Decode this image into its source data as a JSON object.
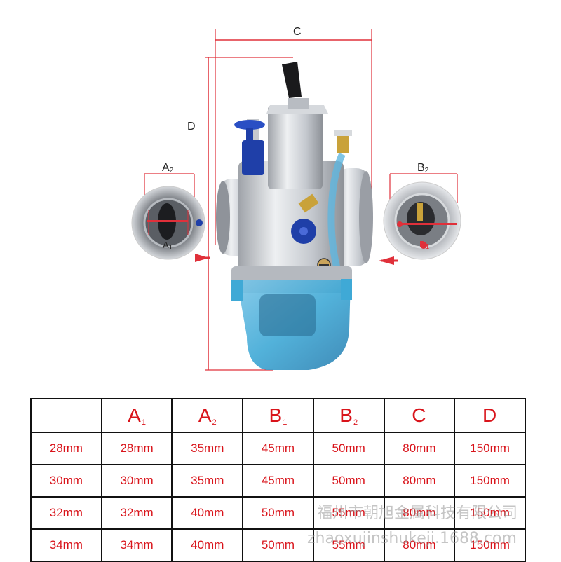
{
  "diagram": {
    "labels": {
      "c": "C",
      "d": "D",
      "a2_main": "A",
      "a2_sub": "2",
      "a1_main": "A",
      "a1_sub": "1",
      "b2_main": "B",
      "b2_sub": "2",
      "b1_main": "B",
      "b1_sub": "1"
    },
    "colors": {
      "dimension_line": "#e0303a",
      "body_metal": "#c9ccd1",
      "bowl": "#3fa9d6",
      "knob": "#1f3fa8",
      "arrow": "#e0303a"
    }
  },
  "table": {
    "headers": [
      {
        "main": "",
        "sub": ""
      },
      {
        "main": "A",
        "sub": "1"
      },
      {
        "main": "A",
        "sub": "2"
      },
      {
        "main": "B",
        "sub": "1"
      },
      {
        "main": "B",
        "sub": "2"
      },
      {
        "main": "C",
        "sub": ""
      },
      {
        "main": "D",
        "sub": ""
      }
    ],
    "rows": [
      [
        "28mm",
        "28mm",
        "35mm",
        "45mm",
        "50mm",
        "80mm",
        "150mm"
      ],
      [
        "30mm",
        "30mm",
        "35mm",
        "45mm",
        "50mm",
        "80mm",
        "150mm"
      ],
      [
        "32mm",
        "32mm",
        "40mm",
        "50mm",
        "55mm",
        "80mm",
        "150mm"
      ],
      [
        "34mm",
        "34mm",
        "40mm",
        "50mm",
        "55mm",
        "80mm",
        "150mm"
      ]
    ],
    "text_color": "#d9141b",
    "border_color": "#111111"
  },
  "watermark": {
    "line1": "福州市朝旭金属科技有限公司",
    "line2": "zhaoxujinshukeji.1688.com"
  }
}
